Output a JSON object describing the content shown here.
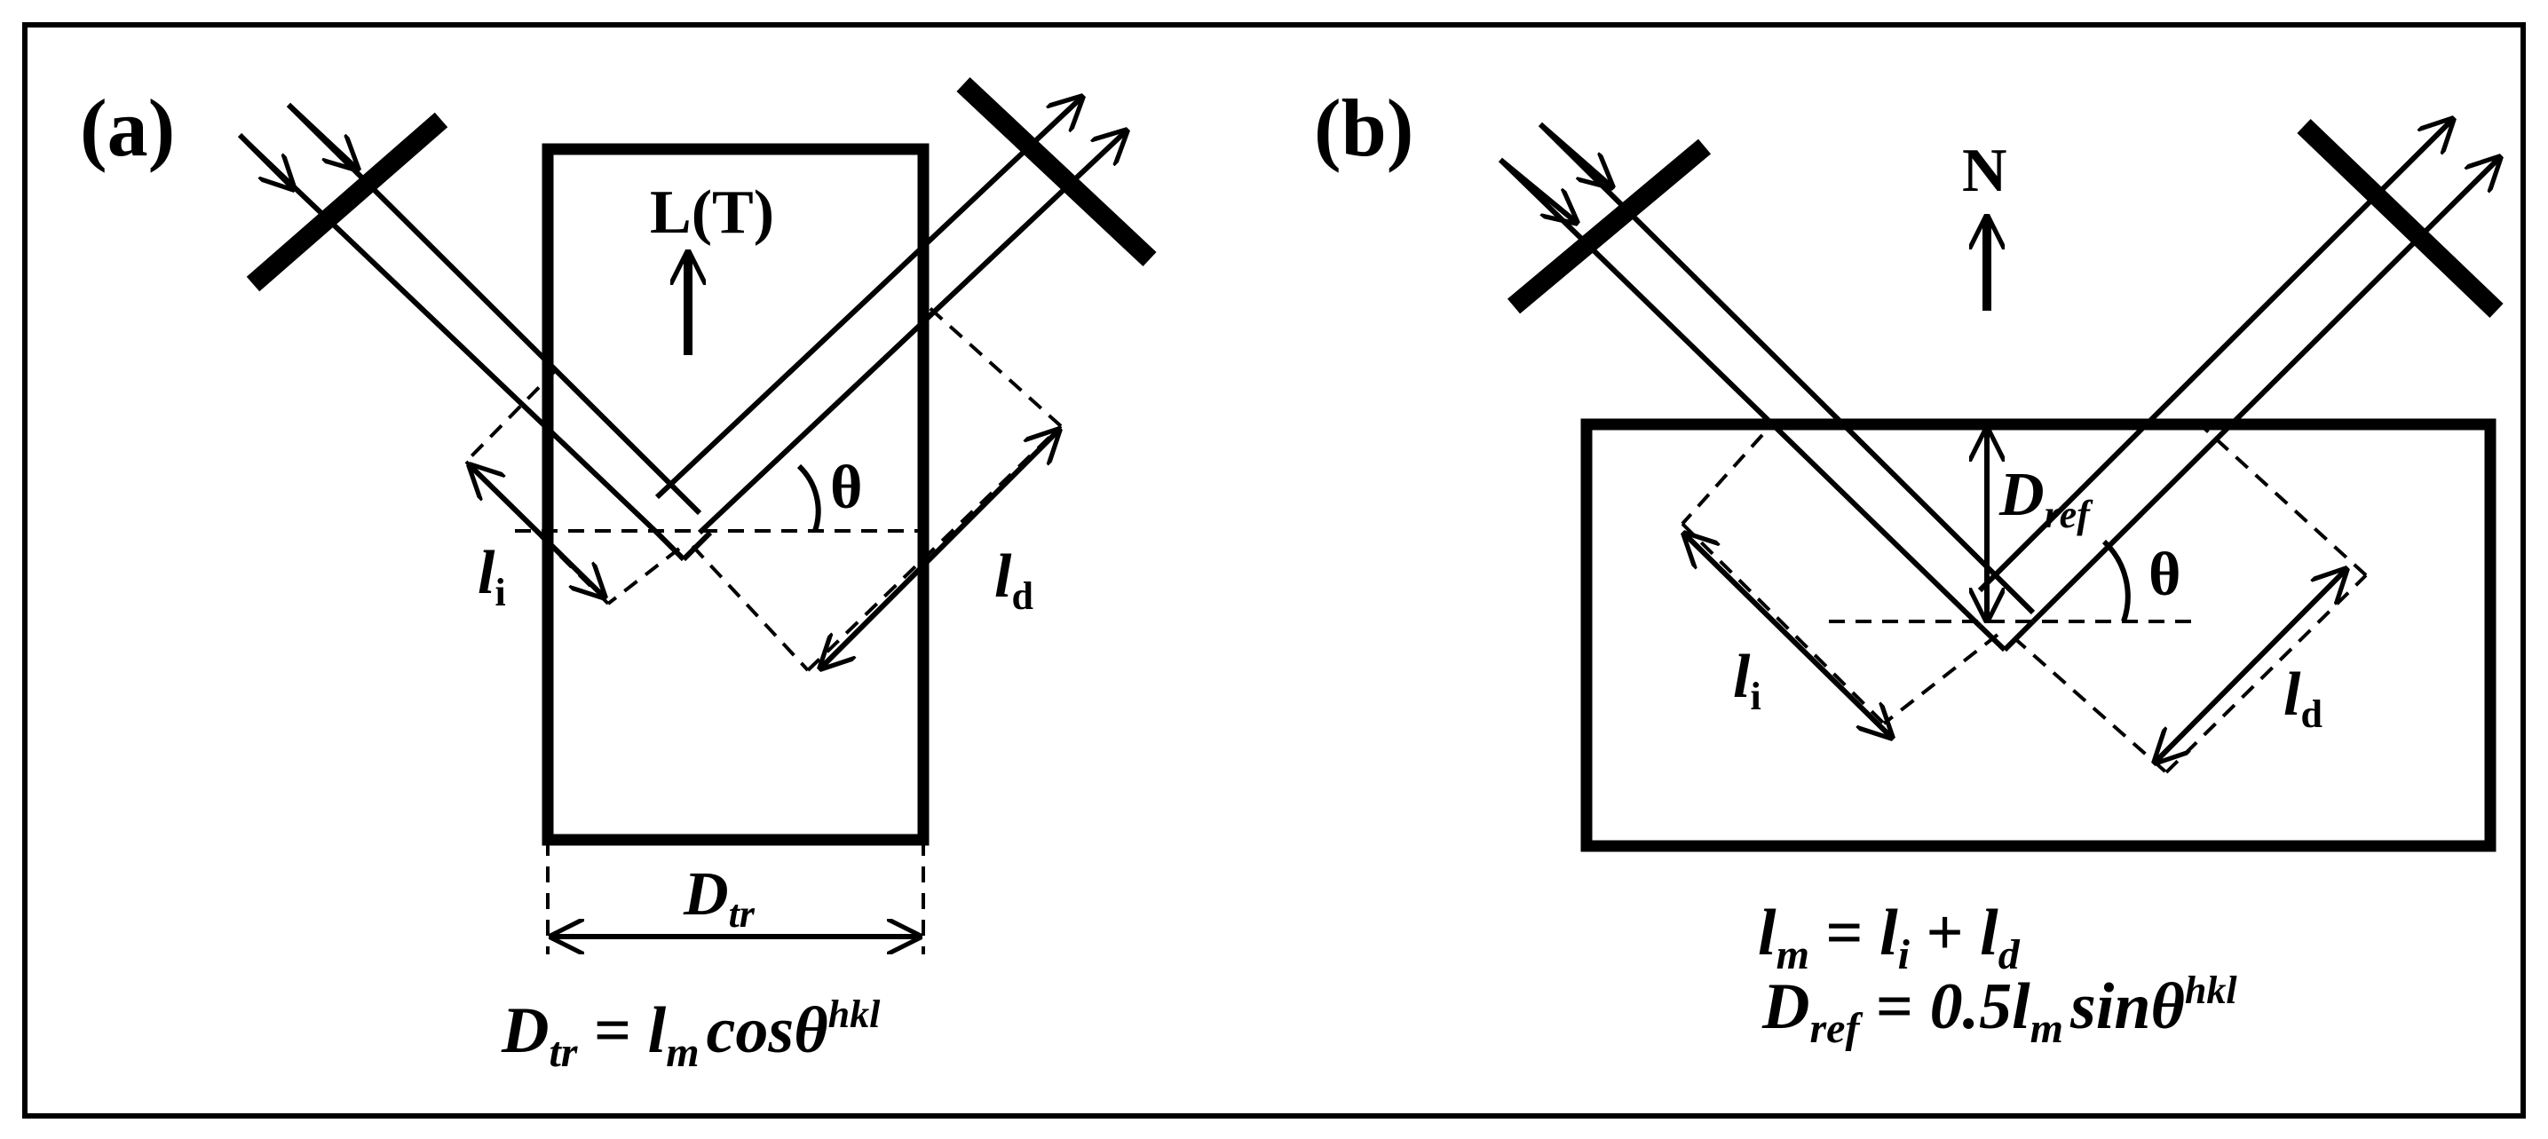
{
  "panel_a": {
    "label": "(a)",
    "direction_label": "L(T)",
    "li_main": "l",
    "li_sub": "i",
    "ld_main": "l",
    "ld_sub": "d",
    "theta": "θ",
    "dtr_main": "D",
    "dtr_sub": "tr",
    "equation": {
      "lhs_main": "D",
      "lhs_sub": "tr",
      "eq": " = ",
      "l_main": "l",
      "l_sub": "m",
      "trig": "cosθ",
      "sup": "hkl"
    }
  },
  "panel_b": {
    "label": "(b)",
    "direction_label": "N",
    "dref_main": "D",
    "dref_sub": "ref",
    "theta": "θ",
    "li_main": "l",
    "li_sub": "i",
    "ld_main": "l",
    "ld_sub": "d",
    "equation1": {
      "l_main": "l",
      "l_sub": "m",
      "eq": " = ",
      "li_main": "l",
      "li_sub": "i",
      "plus": " + ",
      "ld_main": "l",
      "ld_sub": "d"
    },
    "equation2": {
      "d_main": "D",
      "d_sub": "ref",
      "eq": " = ",
      "coef": "0.5",
      "l_main": "l",
      "l_sub": "m",
      "trig": "sinθ",
      "sup": "hkl"
    }
  }
}
